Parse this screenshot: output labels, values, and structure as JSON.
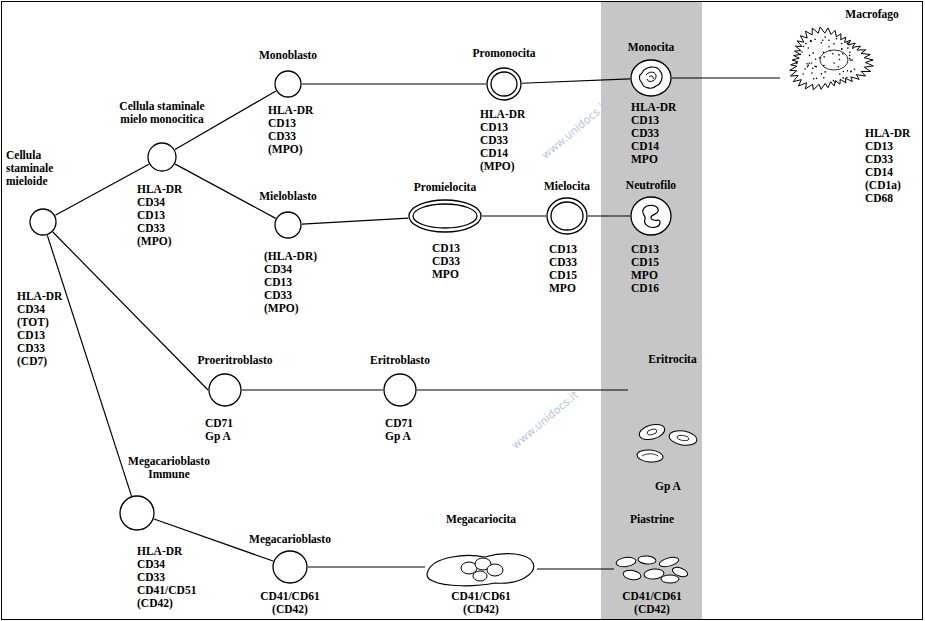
{
  "diagram": {
    "nodes": [
      {
        "text": [
          "Cellula staminale mieloide",
          "HLA-DR",
          "CD34",
          "(TOT)",
          "CD13",
          "CD33",
          "(CD7)"
        ]
      },
      {
        "text": [
          "Cellula staminale mielo monocitica",
          "HLA-DR",
          "CD34",
          "CD13",
          "CD33",
          "(MPO)"
        ]
      },
      {
        "text": [
          "Monoblasto",
          "HLA-DR",
          "CD13",
          "CD33",
          "(MPO)"
        ]
      },
      {
        "text": [
          "Promonocita",
          "HLA-DR",
          "CD13",
          "CD33",
          "CD14",
          "(MPO)"
        ]
      },
      {
        "text": [
          "Monocita",
          "HLA-DR",
          "CD13",
          "CD33",
          "CD14",
          "MPO"
        ]
      },
      {
        "text": [
          "Macrofago",
          "HLA-DR",
          "CD13",
          "CD33",
          "CD14",
          "(CD1a)",
          "CD68"
        ]
      },
      {
        "text": [
          "Mieloblasto",
          "(HLA-DR)",
          "CD34",
          "CD13",
          "CD33",
          "(MPO)"
        ]
      },
      {
        "text": [
          "Promielocita",
          "CD13",
          "CD33",
          "MPO"
        ]
      },
      {
        "text": [
          "Mielocita",
          "CD13",
          "CD33",
          "CD15",
          "MPO"
        ]
      },
      {
        "text": [
          "Neutrofilo",
          "CD13",
          "CD15",
          "MPO",
          "CD16"
        ]
      },
      {
        "text": [
          "Proeritroblasto",
          "CD71",
          "Gp A"
        ]
      },
      {
        "text": [
          "Eritroblasto",
          "CD71",
          "Gp A"
        ]
      },
      {
        "text": [
          "Eritrocita",
          "Gp A"
        ]
      },
      {
        "text": [
          "Megacarioblasto Immune",
          "HLA-DR",
          "CD34",
          "CD33",
          "CD41/CD51",
          "(CD42)"
        ]
      },
      {
        "text": [
          "Megacarioblasto",
          "CD41/CD61",
          "(CD42)"
        ]
      },
      {
        "text": [
          "Megacariocita",
          "CD41/CD61",
          "(CD42)"
        ]
      },
      {
        "text": [
          "Piastrine",
          "CD41/CD61",
          "(CD42)"
        ]
      }
    ],
    "edges": [
      {
        "from": 0,
        "to": 1,
        "arrow": "none"
      },
      {
        "from": 1,
        "to": 2,
        "arrow": "none"
      },
      {
        "from": 2,
        "to": 3,
        "arrow": "none"
      },
      {
        "from": 3,
        "to": 4,
        "arrow": "none"
      },
      {
        "from": 4,
        "to": 5,
        "arrow": "none"
      },
      {
        "from": 1,
        "to": 6,
        "arrow": "none"
      },
      {
        "from": 6,
        "to": 7,
        "arrow": "none"
      },
      {
        "from": 7,
        "to": 8,
        "arrow": "none"
      },
      {
        "from": 8,
        "to": 9,
        "arrow": "none"
      },
      {
        "from": 0,
        "to": 10,
        "arrow": "none"
      },
      {
        "from": 10,
        "to": 11,
        "arrow": "none"
      },
      {
        "from": 11,
        "to": 12,
        "arrow": "none"
      },
      {
        "from": 0,
        "to": 13,
        "arrow": "none"
      },
      {
        "from": 13,
        "to": 14,
        "arrow": "none"
      },
      {
        "from": 14,
        "to": 15,
        "arrow": "none"
      },
      {
        "from": 15,
        "to": 16,
        "arrow": "none"
      }
    ],
    "labels": [
      "www.unidocs.it",
      "www.unidocs.it"
    ]
  }
}
